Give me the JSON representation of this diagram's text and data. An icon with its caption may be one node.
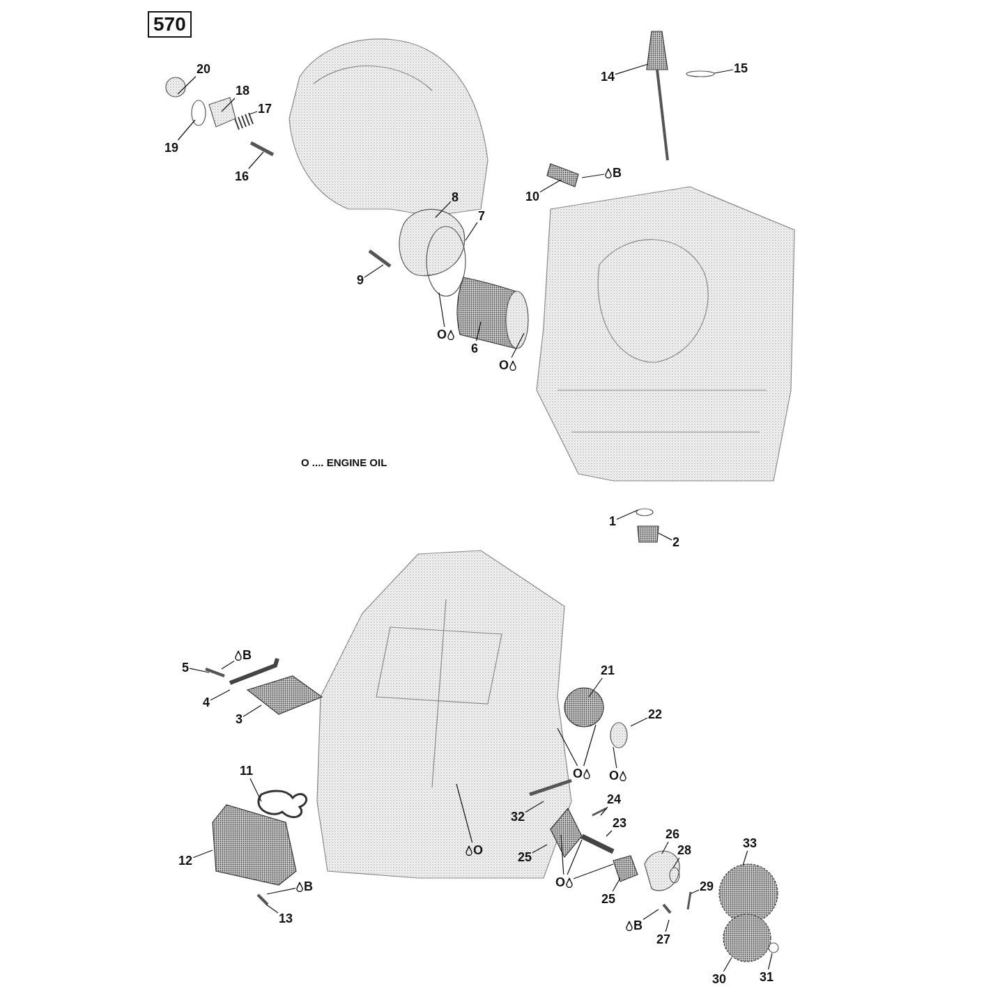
{
  "diagram": {
    "nodes": [
      {
        "text": [
          "570"
        ]
      },
      {
        "text": [
          "20"
        ]
      },
      {
        "text": [
          "18"
        ]
      },
      {
        "text": [
          "17"
        ]
      },
      {
        "text": [
          "19"
        ]
      },
      {
        "text": [
          "16"
        ]
      },
      {
        "text": [
          "14"
        ]
      },
      {
        "text": [
          "15"
        ]
      },
      {
        "text": [
          "10"
        ]
      },
      {
        "text": [
          "B"
        ]
      },
      {
        "text": [
          "8"
        ]
      },
      {
        "text": [
          "7"
        ]
      },
      {
        "text": [
          "9"
        ]
      },
      {
        "text": [
          "O"
        ]
      },
      {
        "text": [
          "6"
        ]
      },
      {
        "text": [
          "O"
        ]
      },
      {
        "text": [
          "1"
        ]
      },
      {
        "text": [
          "2"
        ]
      },
      {
        "text": [
          "B"
        ]
      },
      {
        "text": [
          "5"
        ]
      },
      {
        "text": [
          "4"
        ]
      },
      {
        "text": [
          "3"
        ]
      },
      {
        "text": [
          "21"
        ]
      },
      {
        "text": [
          "22"
        ]
      },
      {
        "text": [
          "O"
        ]
      },
      {
        "text": [
          "O"
        ]
      },
      {
        "text": [
          "11"
        ]
      },
      {
        "text": [
          "O"
        ]
      },
      {
        "text": [
          "32"
        ]
      },
      {
        "text": [
          "24"
        ]
      },
      {
        "text": [
          "23"
        ]
      },
      {
        "text": [
          "25"
        ]
      },
      {
        "text": [
          "O"
        ]
      },
      {
        "text": [
          "26"
        ]
      },
      {
        "text": [
          "28"
        ]
      },
      {
        "text": [
          "29"
        ]
      },
      {
        "text": [
          "33"
        ]
      },
      {
        "text": [
          "12"
        ]
      },
      {
        "text": [
          "25"
        ]
      },
      {
        "text": [
          "B"
        ]
      },
      {
        "text": [
          "27"
        ]
      },
      {
        "text": [
          "13"
        ]
      },
      {
        "text": [
          "B"
        ]
      },
      {
        "text": [
          "30"
        ]
      },
      {
        "text": [
          "31"
        ]
      }
    ],
    "edges": [
      {
        "from": 1,
        "to": null,
        "arrow": "none"
      },
      {
        "from": 2,
        "to": null,
        "arrow": "none"
      },
      {
        "from": 3,
        "to": null,
        "arrow": "none"
      },
      {
        "from": 4,
        "to": null,
        "arrow": "none"
      },
      {
        "from": 5,
        "to": null,
        "arrow": "none"
      },
      {
        "from": 6,
        "to": null,
        "arrow": "none"
      },
      {
        "from": 7,
        "to": null,
        "arrow": "none"
      },
      {
        "from": 8,
        "to": null,
        "arrow": "none"
      },
      {
        "from": 9,
        "to": null,
        "arrow": "none"
      },
      {
        "from": 10,
        "to": null,
        "arrow": "none"
      },
      {
        "from": 11,
        "to": null,
        "arrow": "none"
      },
      {
        "from": 12,
        "to": null,
        "arrow": "none"
      },
      {
        "from": 13,
        "to": null,
        "arrow": "none"
      },
      {
        "from": 14,
        "to": null,
        "arrow": "none"
      },
      {
        "from": 15,
        "to": null,
        "arrow": "none"
      },
      {
        "from": 16,
        "to": null,
        "arrow": "none"
      },
      {
        "from": 17,
        "to": null,
        "arrow": "none"
      },
      {
        "from": 18,
        "to": null,
        "arrow": "none"
      },
      {
        "from": 19,
        "to": null,
        "arrow": "none"
      },
      {
        "from": 20,
        "to": null,
        "arrow": "none"
      },
      {
        "from": 21,
        "to": null,
        "arrow": "none"
      },
      {
        "from": 22,
        "to": null,
        "arrow": "none"
      },
      {
        "from": 23,
        "to": null,
        "arrow": "none"
      },
      {
        "from": 24,
        "to": null,
        "arrow": "none"
      },
      {
        "from": 24,
        "to": null,
        "arrow": "none"
      },
      {
        "from": 25,
        "to": null,
        "arrow": "none"
      },
      {
        "from": 26,
        "to": null,
        "arrow": "none"
      },
      {
        "from": 27,
        "to": null,
        "arrow": "none"
      },
      {
        "from": 28,
        "to": null,
        "arrow": "none"
      },
      {
        "from": 29,
        "to": null,
        "arrow": "none"
      },
      {
        "from": 30,
        "to": null,
        "arrow": "none"
      },
      {
        "from": 31,
        "to": null,
        "arrow": "none"
      },
      {
        "from": 32,
        "to": null,
        "arrow": "none"
      },
      {
        "from": 32,
        "to": null,
        "arrow": "none"
      },
      {
        "from": 32,
        "to": null,
        "arrow": "none"
      },
      {
        "from": 33,
        "to": null,
        "arrow": "none"
      },
      {
        "from": 34,
        "to": null,
        "arrow": "none"
      },
      {
        "from": 35,
        "to": null,
        "arrow": "none"
      },
      {
        "from": 36,
        "to": null,
        "arrow": "none"
      },
      {
        "from": 37,
        "to": null,
        "arrow": "none"
      },
      {
        "from": 38,
        "to": null,
        "arrow": "none"
      },
      {
        "from": 39,
        "to": null,
        "arrow": "none"
      },
      {
        "from": 40,
        "to": null,
        "arrow": "none"
      },
      {
        "from": 41,
        "to": null,
        "arrow": "none"
      },
      {
        "from": 42,
        "to": null,
        "arrow": "none"
      },
      {
        "from": 43,
        "to": null,
        "arrow": "none"
      },
      {
        "from": 44,
        "to": null,
        "arrow": "none"
      }
    ],
    "labels": [
      "O .... ENGINE OIL"
    ]
  }
}
